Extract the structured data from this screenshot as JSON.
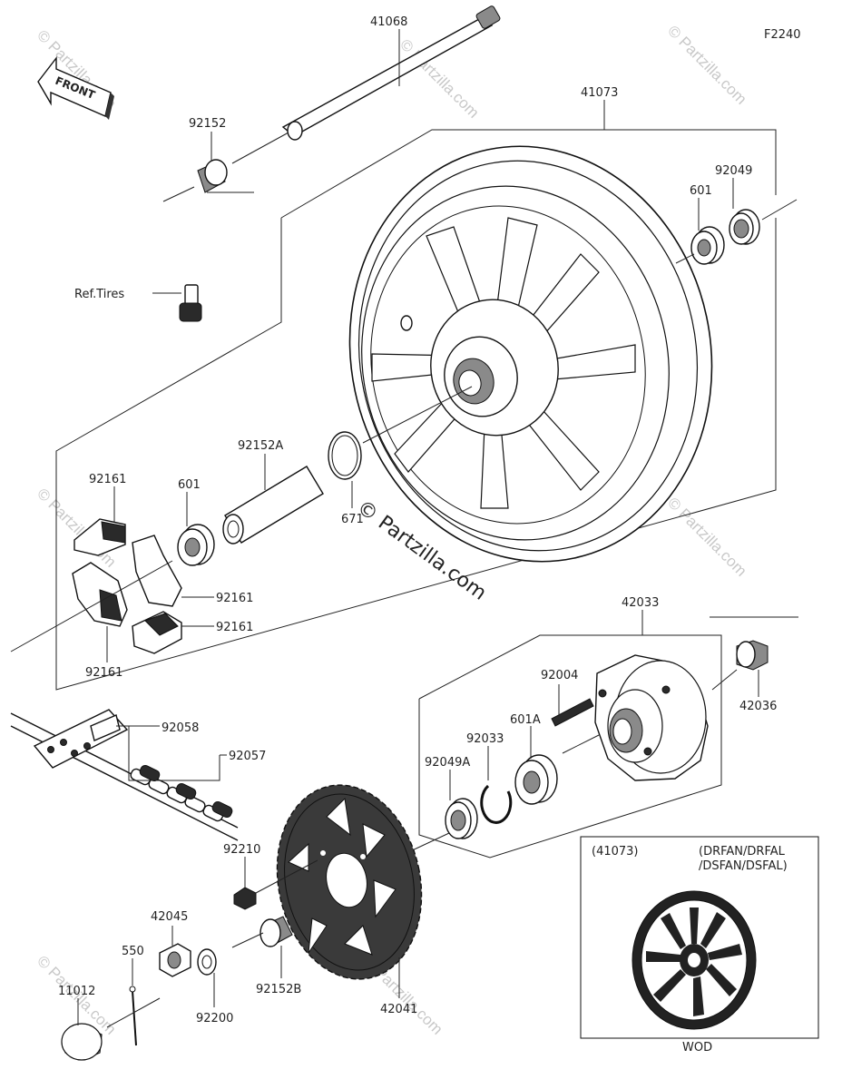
{
  "diagram_code": "F2240",
  "front_label": "FRONT",
  "watermark": "© Partzilla.com",
  "center_watermark": "© Partzilla.com",
  "ref_tires": "Ref.Tires",
  "parts": {
    "p41068": "41068",
    "p41073": "41073",
    "p92152": "92152",
    "p92049": "92049",
    "p601_top": "601",
    "p92152A": "92152A",
    "p601_left": "601",
    "p671": "671",
    "p92161_a": "92161",
    "p92161_b": "92161",
    "p92161_c": "92161",
    "p92161_d": "92161",
    "p42033": "42033",
    "p92004": "92004",
    "p42036": "42036",
    "p601A": "601A",
    "p92033": "92033",
    "p92049A": "92049A",
    "p92058": "92058",
    "p92057": "92057",
    "p92210": "92210",
    "p42045": "42045",
    "p550": "550",
    "p11012": "11012",
    "p92200": "92200",
    "p92152B": "92152B",
    "p42041": "42041"
  },
  "inset": {
    "part_ref": "(41073)",
    "models_line1": "(DRFAN/DRFAL",
    "models_line2": "/DSFAN/DSFAL)",
    "color_code": "WOD"
  }
}
